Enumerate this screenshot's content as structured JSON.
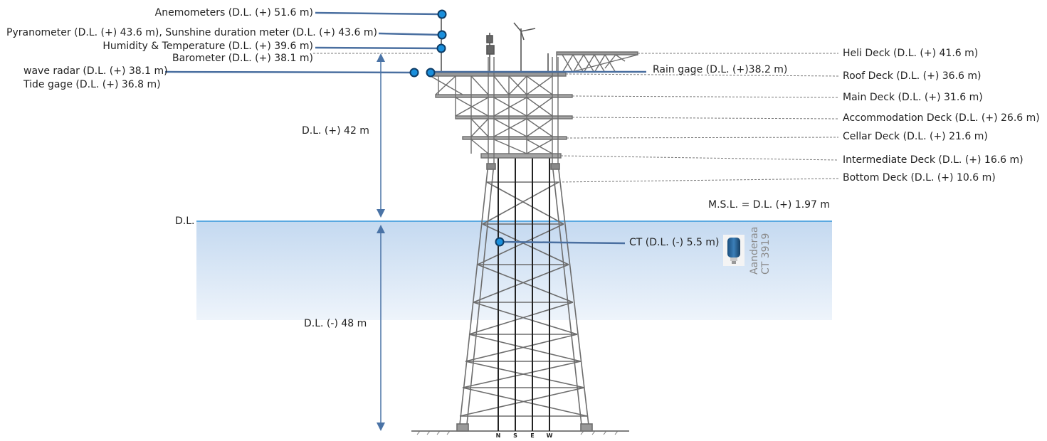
{
  "instruments_left": {
    "anemometers": "Anemometers (D.L. (+) 51.6 m)",
    "pyranometer": "Pyranometer (D.L. (+) 43.6 m), Sunshine duration meter (D.L. (+) 43.6 m)",
    "humidity": "Humidity & Temperature (D.L. (+) 39.6 m)",
    "barometer": "Barometer (D.L. (+) 38.1 m)",
    "wave_radar": "wave radar (D.L. (+) 38.1 m)",
    "tide_gage": "Tide gage (D.L. (+) 36.8 m)"
  },
  "rain_gage": "Rain gage (D.L. (+)38.2 m)",
  "decks": {
    "heli": "Heli Deck (D.L. (+) 41.6 m)",
    "roof": "Roof Deck (D.L. (+) 36.6 m)",
    "main": "Main Deck (D.L. (+) 31.6 m)",
    "accommodation": "Accommodation Deck (D.L. (+) 26.6 m)",
    "cellar": "Cellar Deck (D.L. (+) 21.6 m)",
    "intermediate": "Intermediate Deck (D.L. (+) 16.6 m)",
    "bottom": "Bottom Deck (D.L. (+) 10.6 m)"
  },
  "msl": "M.S.L. = D.L. (+) 1.97 m",
  "dl": "D.L.",
  "height_above": "D.L. (+) 42 m",
  "depth_below": "D.L. (-) 48 m",
  "ct_sensor": "CT (D.L. (-) 5.5 m)",
  "ct_model_line1": "Aanderaa",
  "ct_model_line2": "CT 3919",
  "legs": [
    "N",
    "S",
    "E",
    "W"
  ],
  "colors": {
    "leader": "#4a6fa0",
    "marker_fill": "#1a8fdc",
    "marker_stroke": "#0d3c66",
    "water_line": "#5aa8e0",
    "water_top": "#c4d9f0",
    "water_bottom": "#eef4fb",
    "arrow": "#4a73a6",
    "structure": "#6d6d6d"
  }
}
